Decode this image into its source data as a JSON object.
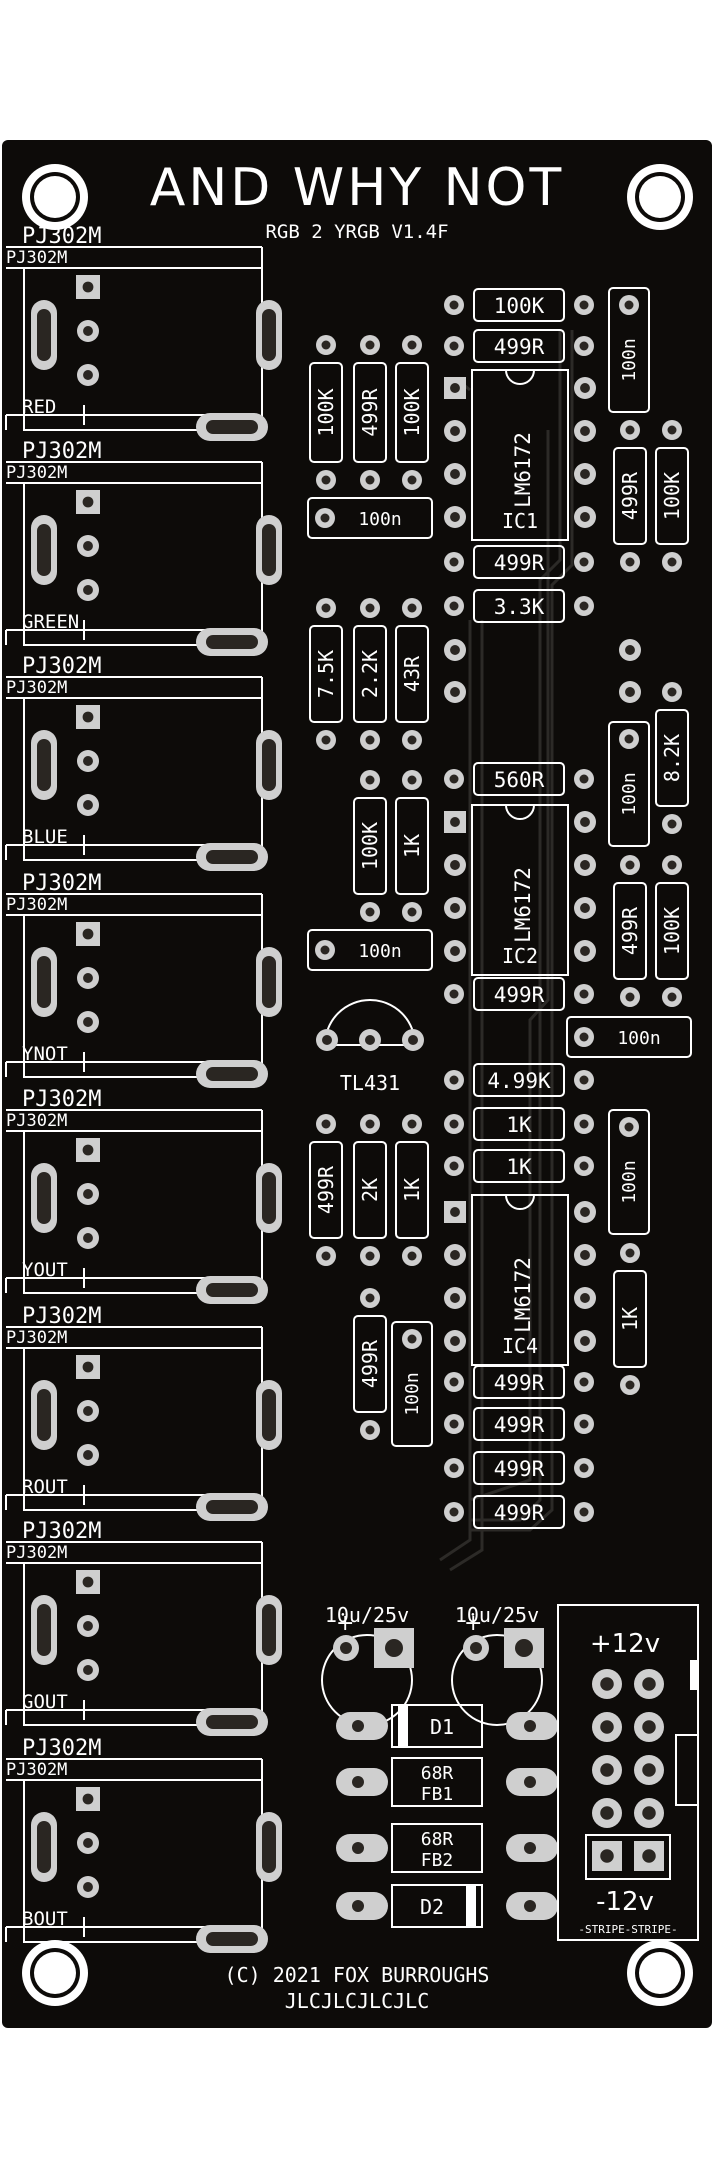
{
  "board": {
    "title": "AND WHY NOT",
    "subtitle": "RGB 2 YRGB V1.4F",
    "copyright": "(C) 2021 FOX BURROUGHS",
    "fab_marks": "JLCJLCJLCJLC",
    "colors": {
      "background": "#ffffff",
      "pcb": "#0d0b09",
      "silkscreen": "#ffffff",
      "pad": "#cfcfcf",
      "pad_dark": "#2a2622",
      "trace": "#2c2a27"
    }
  },
  "jacks": {
    "part": "PJ302M",
    "labels": [
      "RED",
      "GREEN",
      "BLUE",
      "YNOT",
      "YOUT",
      "ROUT",
      "GOUT",
      "BOUT"
    ]
  },
  "resistors_h": [
    {
      "label": "100K"
    },
    {
      "label": "499R"
    },
    {
      "label": "499R"
    },
    {
      "label": "3.3K"
    },
    {
      "label": "560R"
    },
    {
      "label": "499R"
    },
    {
      "label": "4.99K"
    },
    {
      "label": "1K"
    },
    {
      "label": "1K"
    },
    {
      "label": "499R"
    },
    {
      "label": "499R"
    },
    {
      "label": "499R"
    },
    {
      "label": "499R"
    }
  ],
  "resistors_v": [
    {
      "label": "100K"
    },
    {
      "label": "499R"
    },
    {
      "label": "100K"
    },
    {
      "label": "7.5K"
    },
    {
      "label": "2.2K"
    },
    {
      "label": "43R"
    },
    {
      "label": "100K"
    },
    {
      "label": "1K"
    },
    {
      "label": "499R"
    },
    {
      "label": "2K"
    },
    {
      "label": "1K"
    },
    {
      "label": "499R"
    },
    {
      "label": "499R"
    },
    {
      "label": "100K"
    },
    {
      "label": "8.2K"
    },
    {
      "label": "499R"
    },
    {
      "label": "100K"
    },
    {
      "label": "1K"
    }
  ],
  "caps_h": [
    {
      "label": "100n"
    },
    {
      "label": "100n"
    },
    {
      "label": "100n"
    }
  ],
  "caps_v": [
    {
      "label": "100n"
    },
    {
      "label": "100n"
    },
    {
      "label": "100n"
    },
    {
      "label": "100n"
    }
  ],
  "ics": [
    {
      "part": "LM6172",
      "ref": "IC1"
    },
    {
      "part": "LM6172",
      "ref": "IC2"
    },
    {
      "part": "LM6172",
      "ref": "IC4"
    }
  ],
  "regulator": {
    "label": "TL431"
  },
  "electrolytics": [
    {
      "label": "10u/25v"
    },
    {
      "label": "10u/25v"
    }
  ],
  "diodes": [
    {
      "label": "D1"
    },
    {
      "label": "D2"
    }
  ],
  "ferrites": [
    {
      "value": "68R",
      "ref": "FB1"
    },
    {
      "value": "68R",
      "ref": "FB2"
    }
  ],
  "power_header": {
    "top": "+12v",
    "bottom": "-12v",
    "stripe": "-STRIPE-STRIPE-"
  }
}
